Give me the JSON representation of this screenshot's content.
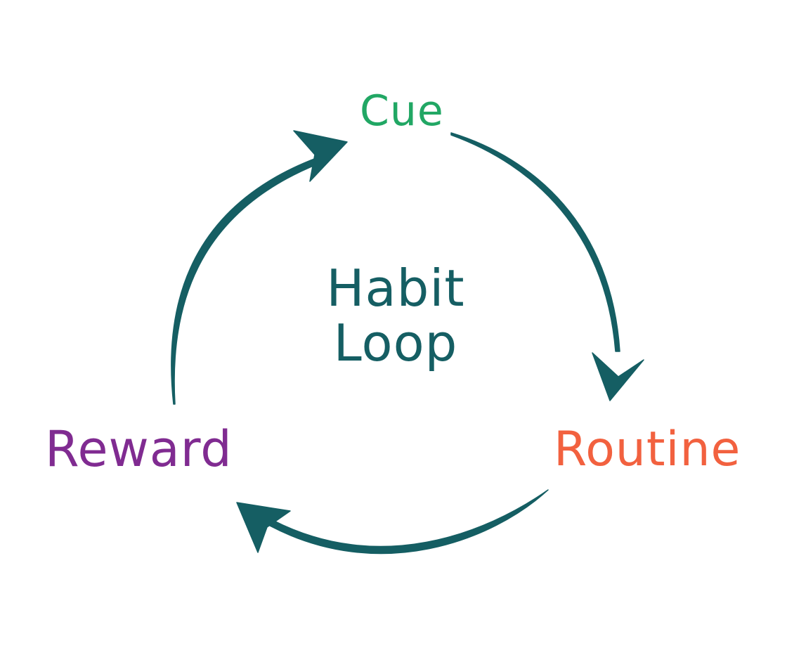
{
  "diagram": {
    "title": "Habit Loop",
    "center_lines": [
      "Habit",
      "Loop"
    ],
    "nodes": [
      {
        "id": "cue",
        "label": "Cue",
        "color": "#21a764"
      },
      {
        "id": "routine",
        "label": "Routine",
        "color": "#f2613f"
      },
      {
        "id": "reward",
        "label": "Reward",
        "color": "#802b91"
      }
    ],
    "edges": [
      {
        "from": "cue",
        "to": "routine"
      },
      {
        "from": "routine",
        "to": "reward"
      },
      {
        "from": "reward",
        "to": "cue"
      }
    ],
    "arrow_color": "#155e63",
    "center_color": "#155e63"
  }
}
